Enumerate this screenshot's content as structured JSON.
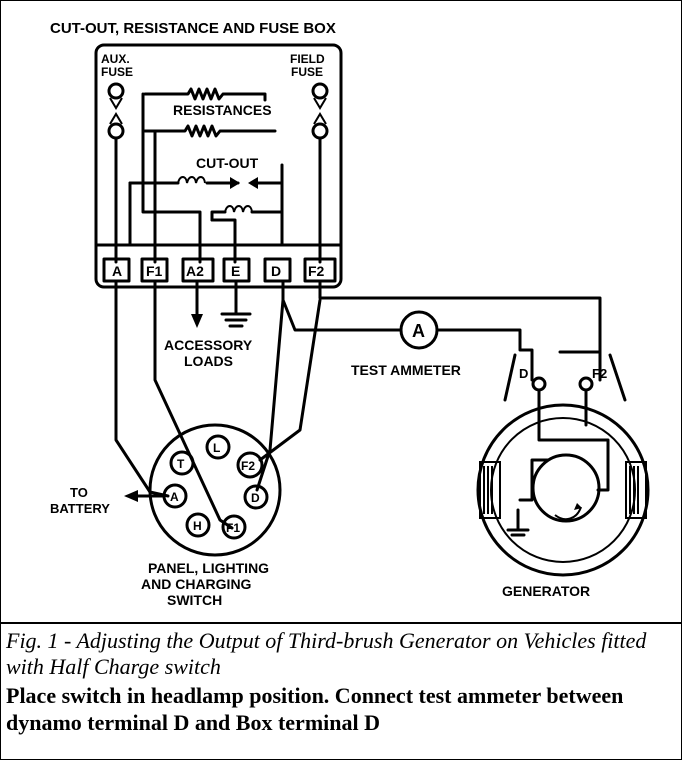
{
  "diagram": {
    "box_title": "CUT-OUT, RESISTANCE AND FUSE BOX",
    "aux_fuse_line1": "AUX.",
    "aux_fuse_line2": "FUSE",
    "field_fuse_line1": "FIELD",
    "field_fuse_line2": "FUSE",
    "resistances": "RESISTANCES",
    "cutout": "CUT-OUT",
    "terminals": [
      "A",
      "F1",
      "A2",
      "E",
      "D",
      "F2"
    ],
    "accessory_loads_line1": "ACCESSORY",
    "accessory_loads_line2": "LOADS",
    "test_ammeter": "TEST AMMETER",
    "ammeter_symbol": "A",
    "to_battery_line1": "TO",
    "to_battery_line2": "BATTERY",
    "switch_terminals": {
      "T": "T",
      "L": "L",
      "F2": "F2",
      "A": "A",
      "D": "D",
      "H": "H",
      "F1": "F1"
    },
    "switch_label_line1": "PANEL, LIGHTING",
    "switch_label_line2": "AND CHARGING",
    "switch_label_line3": "SWITCH",
    "generator_D": "D",
    "generator_F2": "F2",
    "generator_label": "GENERATOR"
  },
  "caption": {
    "italic": "Fig. 1 - Adjusting the Output of Third-brush Generator on Vehicles fitted with Half Charge switch",
    "bold": "Place switch in headlamp position. Connect test ammeter between dynamo terminal D and Box terminal D"
  }
}
